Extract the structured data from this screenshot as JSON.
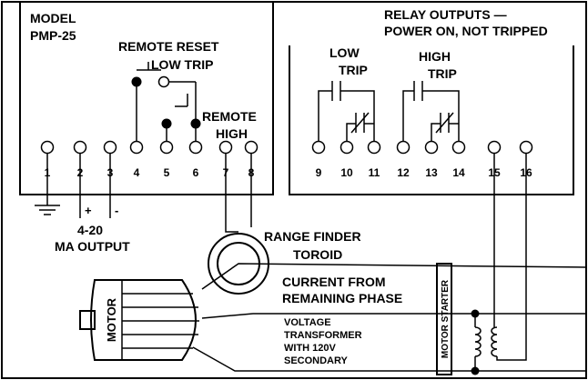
{
  "model": {
    "line1": "MODEL",
    "line2": "PMP-25"
  },
  "remote_reset": {
    "line1": "REMOTE RESET",
    "line2": "LOW TRIP"
  },
  "remote_high": {
    "line1": "REMOTE",
    "line2": "HIGH"
  },
  "relay_outputs": {
    "line1": "RELAY OUTPUTS —",
    "line2": "POWER ON, NOT TRIPPED"
  },
  "low_trip": {
    "line1": "LOW",
    "line2": "TRIP"
  },
  "high_trip": {
    "line1": "HIGH",
    "line2": "TRIP"
  },
  "terminals": [
    "1",
    "2",
    "3",
    "4",
    "5",
    "6",
    "7",
    "8",
    "9",
    "10",
    "11",
    "12",
    "13",
    "14",
    "15",
    "16"
  ],
  "analog_output": {
    "plus": "+",
    "minus": "-",
    "line1": "4-20",
    "line2": "MA OUTPUT"
  },
  "range_finder": {
    "line1": "RANGE FINDER",
    "line2": "TOROID"
  },
  "current_phase": {
    "line1": "CURRENT FROM",
    "line2": "REMAINING PHASE"
  },
  "motor": "MOTOR",
  "motor_starter": "MOTOR STARTER",
  "voltage_transformer": {
    "line1": "VOLTAGE",
    "line2": "TRANSFORMER",
    "line3": "WITH 120V",
    "line4": "SECONDARY"
  }
}
